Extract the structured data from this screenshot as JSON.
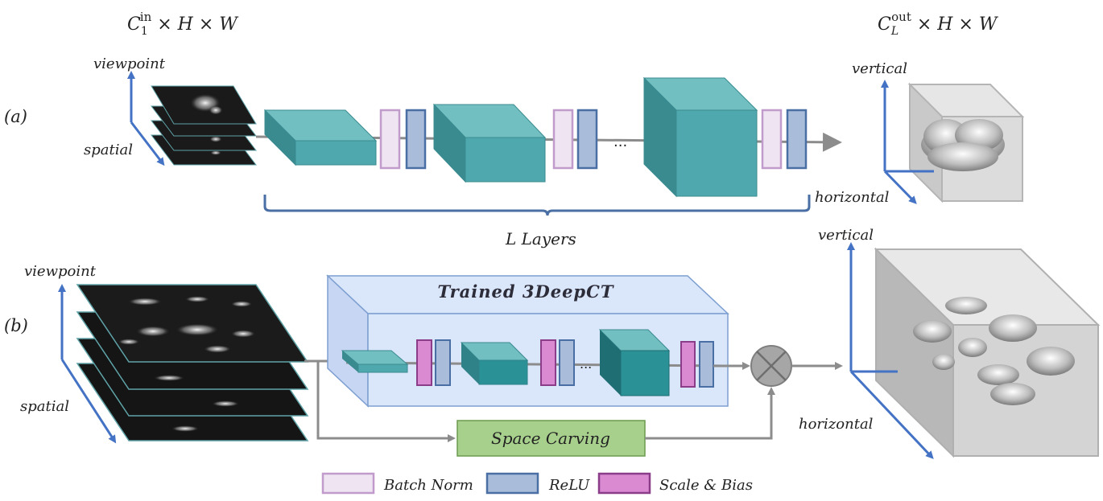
{
  "top": {
    "input_dim": {
      "C": "C",
      "sub": "1",
      "sup": "in",
      "rest": " × H × W"
    },
    "output_dim": {
      "C": "C",
      "sub": "L",
      "sup": "out",
      "rest": " × H × W"
    },
    "panel_label": "(a)",
    "in_axis_v": "viewpoint",
    "in_axis_h": "spatial",
    "ellipsis": "...",
    "brace_label": "L Layers",
    "out_axis_v": "vertical",
    "out_axis_h": "horizontal"
  },
  "bottom": {
    "panel_label": "(b)",
    "in_axis_v": "viewpoint",
    "in_axis_h": "spatial",
    "network_title": "Trained 3DeepCT",
    "ellipsis": "...",
    "space_carving": "Space Carving",
    "out_axis_v": "vertical",
    "out_axis_h": "horizontal"
  },
  "legend": [
    {
      "label": "Batch Norm",
      "fill": "#efe4f2",
      "stroke": "#c09bcc"
    },
    {
      "label": "ReLU",
      "fill": "#a9bcd9",
      "stroke": "#4a6fa5"
    },
    {
      "label": "Scale & Bias",
      "fill": "#d98ad1",
      "stroke": "#8c3d8a"
    }
  ],
  "colors": {
    "axis": "#4472c4",
    "teal_front": "#4fa8ad",
    "teal_top": "#72bfc2",
    "teal_side": "#3a8b90",
    "arrow": "#8c8c8c",
    "carving_fill": "#a8d08d",
    "carving_stroke": "#6b9a4d",
    "panel_fill": "#dae6fa",
    "panel_stroke": "#7d9fd1",
    "brace": "#4a6fa5"
  }
}
